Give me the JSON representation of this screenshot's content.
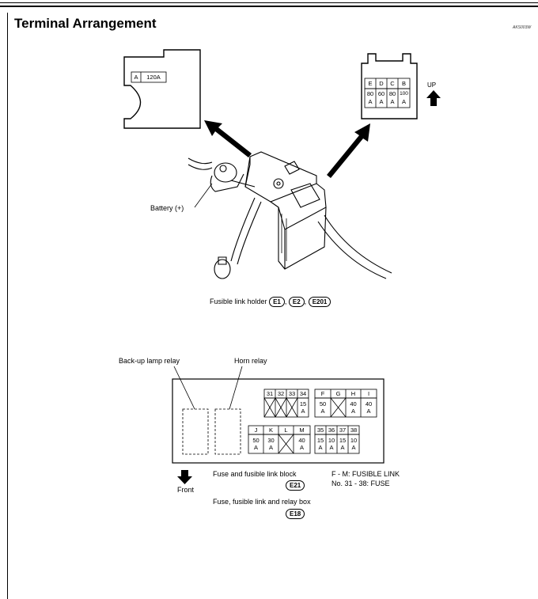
{
  "page": {
    "title": "Terminal Arrangement",
    "code": "AKS003W"
  },
  "upper_figure": {
    "left_holder": {
      "label_a": "A",
      "label_amp": "120A"
    },
    "right_holder": {
      "letters": [
        "E",
        "D",
        "C",
        "B"
      ],
      "amps_top": [
        "80",
        "60",
        "80",
        "100"
      ],
      "amps_bottom": [
        "A",
        "A",
        "A",
        "A"
      ]
    },
    "up_label": "UP",
    "battery_label": "Battery (+)",
    "holder_caption": "Fusible link holder",
    "connectors": [
      "E1",
      "E2",
      "E201"
    ]
  },
  "lower_figure": {
    "backup_relay_label": "Back-up lamp relay",
    "horn_relay_label": "Horn relay",
    "fuse_numbers_top": [
      "31",
      "32",
      "33",
      "34"
    ],
    "fuse_34_value": [
      "15",
      "A"
    ],
    "links_top": [
      "F",
      "G",
      "H",
      "I"
    ],
    "links_top_values": [
      [
        "50",
        "A"
      ],
      [],
      [
        "40",
        "A"
      ],
      [
        "40",
        "A"
      ]
    ],
    "links_bottom": [
      "J",
      "K",
      "L",
      "M"
    ],
    "links_bottom_values": [
      [
        "50",
        "A"
      ],
      [
        "30",
        "A"
      ],
      [],
      [
        "40",
        "A"
      ]
    ],
    "fuse_numbers_bottom": [
      "35",
      "36",
      "37",
      "38"
    ],
    "fuse_bottom_values": [
      [
        "15",
        "A"
      ],
      [
        "10",
        "A"
      ],
      [
        "15",
        "A"
      ],
      [
        "10",
        "A"
      ]
    ],
    "front_label": "Front",
    "block_label": "Fuse and fusible link block",
    "block_connector": "E21",
    "box_label": "Fuse, fusible link and relay box",
    "box_connector": "E18",
    "legend_1": "F - M: FUSIBLE LINK",
    "legend_2": "No. 31 - 38: FUSE"
  }
}
